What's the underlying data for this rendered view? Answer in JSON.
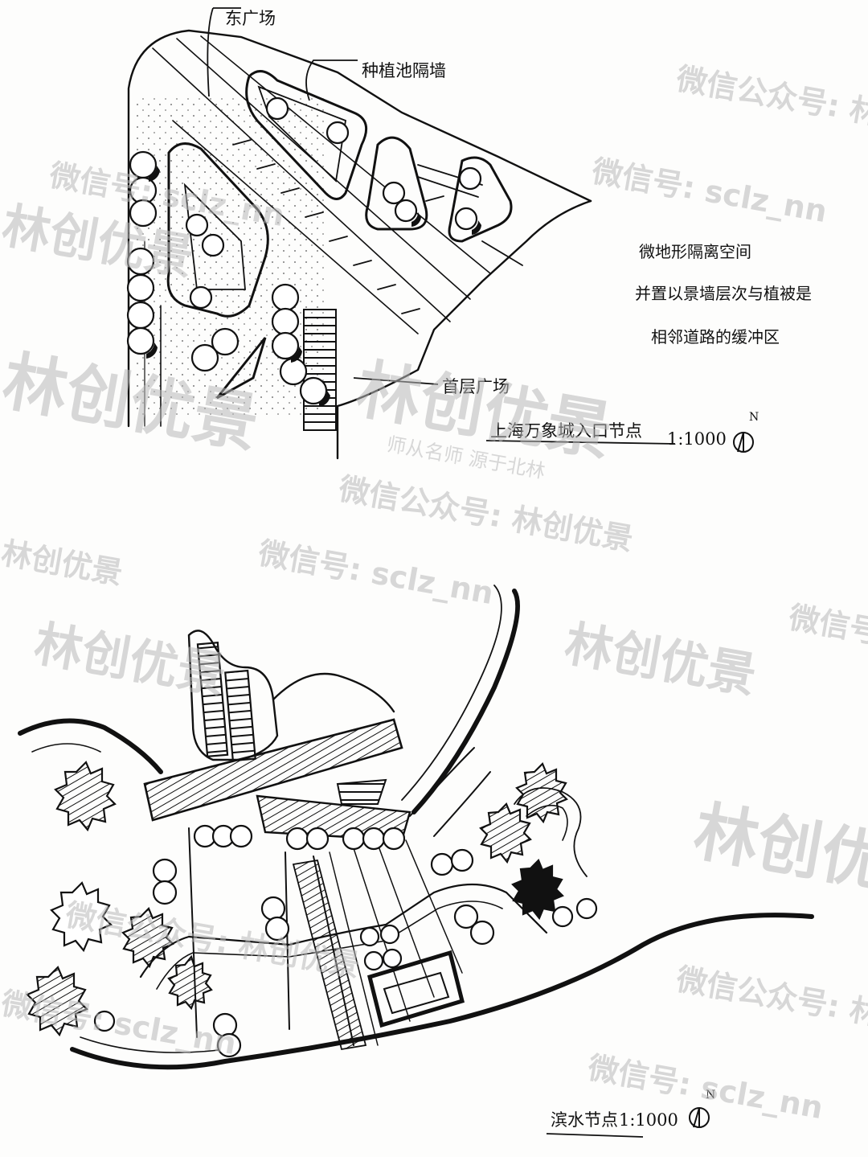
{
  "plan_top": {
    "label_east_plaza": "东广场",
    "label_planter_wall": "种植池隔墙",
    "label_main_plaza": "首层广场",
    "note_lines": [
      "微地形隔离空间",
      "并置以景墙层次与植被是",
      "相邻道路的缓冲区"
    ],
    "title": "上海万象城入口节点",
    "scale": "1:1000",
    "north": "N"
  },
  "plan_bottom": {
    "title": "滨水节点",
    "scale": "1:1000",
    "north": "N"
  },
  "watermarks": {
    "wechat_public": "微信公众号: 林创优景",
    "wechat_id": "微信号: sclz_nn",
    "brand": "林创优景",
    "slogan": "师从名师 源于北林"
  },
  "colors": {
    "ink": "#111111",
    "paper": "#fdfdfc",
    "watermark": "#b9b9b9"
  }
}
